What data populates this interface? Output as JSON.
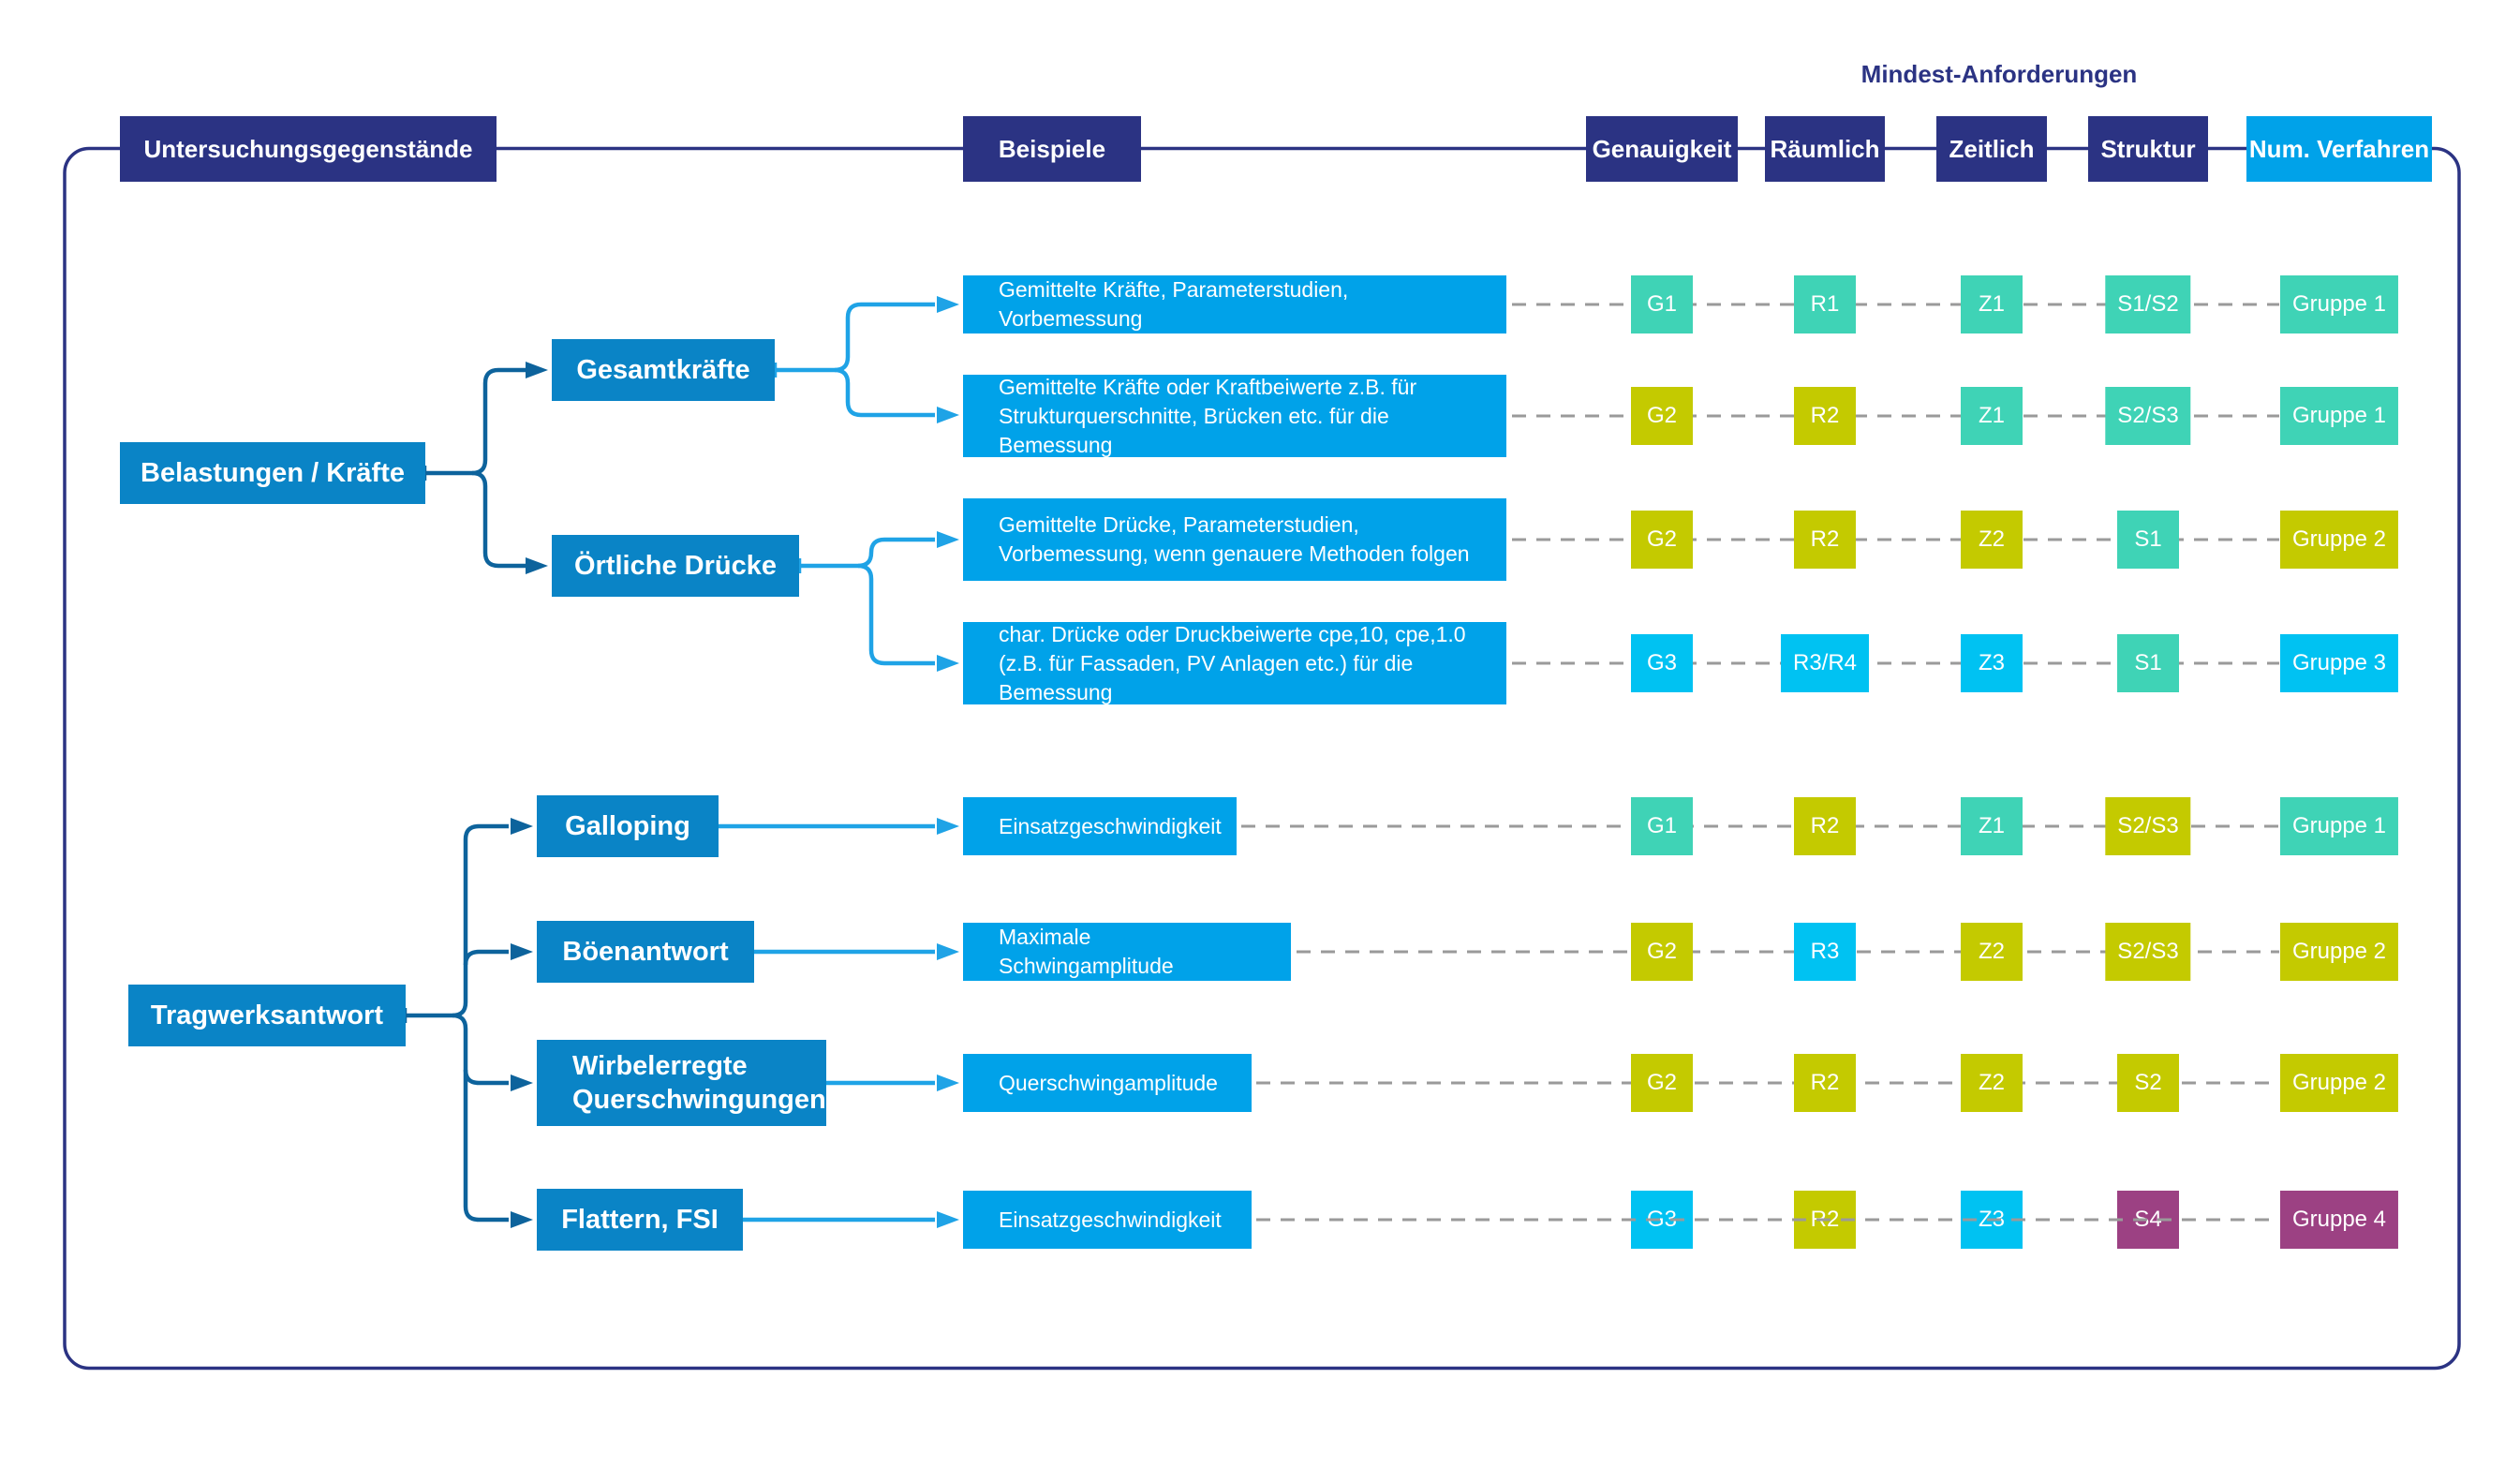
{
  "header": {
    "investigation_label": "Untersuchungsgegenstände",
    "examples_label": "Beispiele",
    "min_requirements_label": "Mindest-Anforderungen",
    "columns": [
      {
        "label": "Genauigkeit"
      },
      {
        "label": "Räumlich"
      },
      {
        "label": "Zeitlich"
      },
      {
        "label": "Struktur"
      },
      {
        "label": "Num. Verfahren"
      }
    ]
  },
  "tree": {
    "loads": {
      "label": "Belastungen / Kräfte",
      "children": [
        {
          "label": "Gesamtkräfte"
        },
        {
          "label": "Örtliche Drücke"
        }
      ]
    },
    "response": {
      "label": "Tragwerksantwort",
      "children": [
        {
          "label": "Galloping"
        },
        {
          "label": "Böenantwort"
        },
        {
          "label": "Wirbelerregte Querschwingungen"
        },
        {
          "label": "Flattern, FSI"
        }
      ]
    }
  },
  "rows": [
    {
      "example": "Gemittelte Kräfte, Parameterstudien, Vorbemessung",
      "tags": [
        {
          "label": "G1",
          "color": "teal"
        },
        {
          "label": "R1",
          "color": "teal"
        },
        {
          "label": "Z1",
          "color": "teal"
        },
        {
          "label": "S1/S2",
          "color": "teal"
        },
        {
          "label": "Gruppe 1",
          "color": "teal"
        }
      ]
    },
    {
      "example": "Gemittelte Kräfte oder Kraftbeiwerte z.B. für Strukturquerschnitte, Brücken etc. für die Bemessung",
      "tags": [
        {
          "label": "G2",
          "color": "olive"
        },
        {
          "label": "R2",
          "color": "olive"
        },
        {
          "label": "Z1",
          "color": "teal"
        },
        {
          "label": "S2/S3",
          "color": "teal"
        },
        {
          "label": "Gruppe 1",
          "color": "teal"
        }
      ]
    },
    {
      "example": "Gemittelte Drücke, Parameterstudien, Vorbemessung, wenn genauere Methoden folgen",
      "tags": [
        {
          "label": "G2",
          "color": "olive"
        },
        {
          "label": "R2",
          "color": "olive"
        },
        {
          "label": "Z2",
          "color": "olive"
        },
        {
          "label": "S1",
          "color": "teal"
        },
        {
          "label": "Gruppe 2",
          "color": "olive"
        }
      ]
    },
    {
      "example": "char. Drücke oder Druckbeiwerte cpe,10, cpe,1.0 (z.B. für Fassaden, PV Anlagen etc.) für die Bemessung",
      "tags": [
        {
          "label": "G3",
          "color": "cyan"
        },
        {
          "label": "R3/R4",
          "color": "cyan"
        },
        {
          "label": "Z3",
          "color": "cyan"
        },
        {
          "label": "S1",
          "color": "teal"
        },
        {
          "label": "Gruppe 3",
          "color": "cyan"
        }
      ]
    },
    {
      "example": "Einsatzgeschwindigkeit",
      "tags": [
        {
          "label": "G1",
          "color": "teal"
        },
        {
          "label": "R2",
          "color": "olive"
        },
        {
          "label": "Z1",
          "color": "teal"
        },
        {
          "label": "S2/S3",
          "color": "olive"
        },
        {
          "label": "Gruppe 1",
          "color": "teal"
        }
      ]
    },
    {
      "example": "Maximale Schwingamplitude",
      "tags": [
        {
          "label": "G2",
          "color": "olive"
        },
        {
          "label": "R3",
          "color": "cyan"
        },
        {
          "label": "Z2",
          "color": "olive"
        },
        {
          "label": "S2/S3",
          "color": "olive"
        },
        {
          "label": "Gruppe 2",
          "color": "olive"
        }
      ]
    },
    {
      "example": "Querschwingamplitude",
      "tags": [
        {
          "label": "G2",
          "color": "olive"
        },
        {
          "label": "R2",
          "color": "olive"
        },
        {
          "label": "Z2",
          "color": "olive"
        },
        {
          "label": "S2",
          "color": "olive"
        },
        {
          "label": "Gruppe 2",
          "color": "olive"
        }
      ]
    },
    {
      "example": "Einsatzgeschwindigkeit",
      "tags": [
        {
          "label": "G3",
          "color": "cyan"
        },
        {
          "label": "R2",
          "color": "olive"
        },
        {
          "label": "Z3",
          "color": "cyan"
        },
        {
          "label": "S4",
          "color": "purple"
        },
        {
          "label": "Gruppe 4",
          "color": "purple"
        }
      ]
    }
  ],
  "palette": {
    "navy": "#2b3383",
    "node_blue": "#0a84c6",
    "example_blue": "#00a2e9",
    "connector_dark": "#0d639c",
    "connector_light": "#1fa3e6",
    "dash_gray": "#9a9a9a",
    "teal": "#3fd3b6",
    "olive": "#c4ca00",
    "cyan": "#00c2f2",
    "purple": "#9c4183"
  }
}
